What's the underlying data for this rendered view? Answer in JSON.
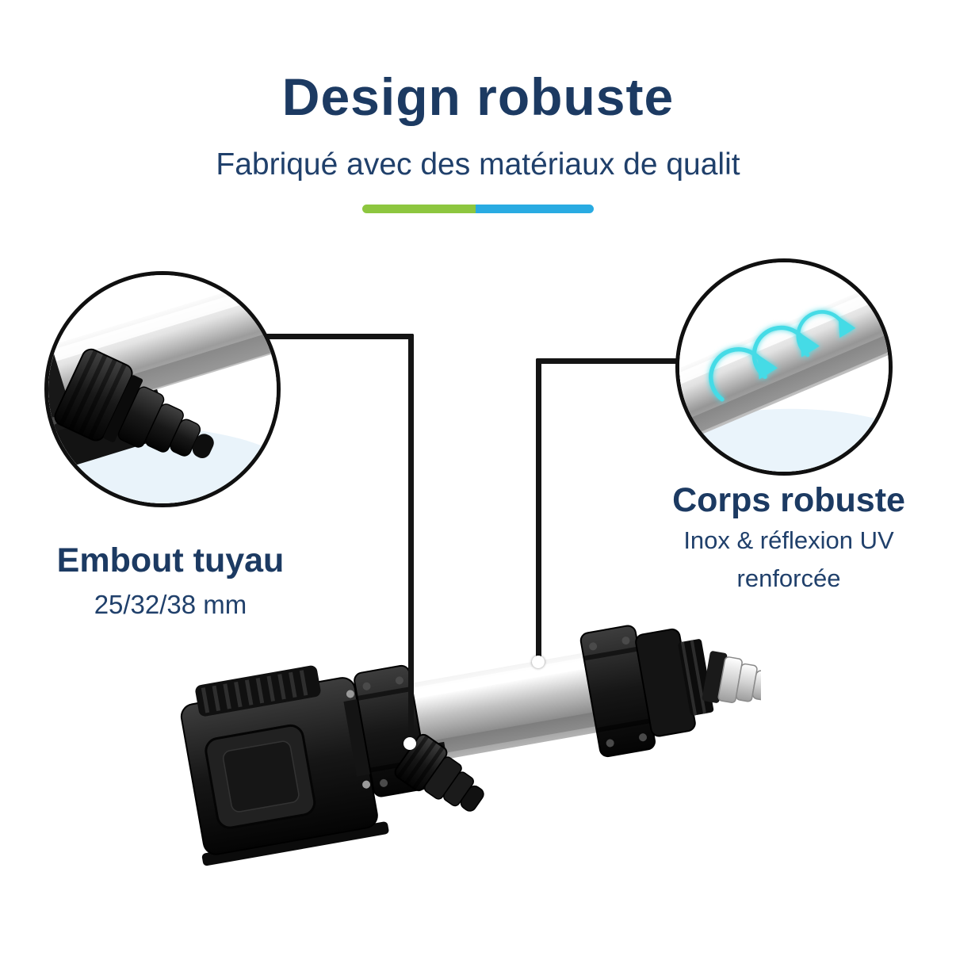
{
  "header": {
    "title": "Design robuste",
    "subtitle": "Fabriqué avec des matériaux de qualit"
  },
  "divider": {
    "green_color": "#8dc63f",
    "blue_color": "#29abe2"
  },
  "callout_left": {
    "title": "Embout tuyau",
    "subtitle": "25/32/38 mm",
    "icon": "hose-adapter-closeup"
  },
  "callout_right": {
    "title": "Corps robuste",
    "subtitle_line1": "Inox & réflexion UV",
    "subtitle_line2": "renforcée",
    "icon": "steel-body-uv-reflection-arrows"
  },
  "colors": {
    "heading": "#1c3a62",
    "body_text": "#20406b",
    "leader_line": "#141414",
    "cyan_arrows": "#45dbe6",
    "steel": "#c6c6c6"
  },
  "icons": {
    "product": "uv-clarifier-unit",
    "left_closeup": "stepped-hose-barb",
    "right_closeup": "stainless-tube-uv-arrows"
  }
}
